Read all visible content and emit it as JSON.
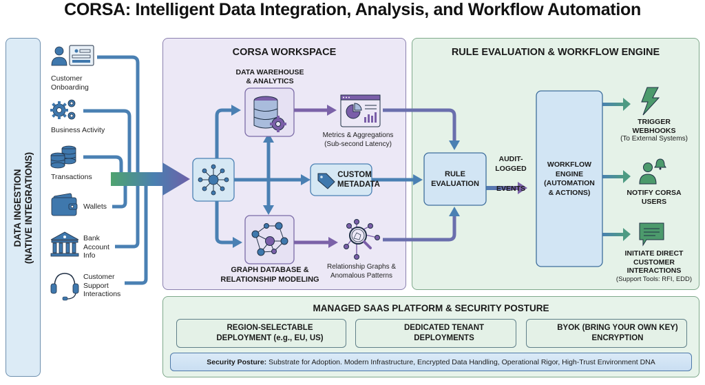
{
  "title": "CORSA: Intelligent Data Integration, Analysis, and Workflow Automation",
  "ingestion": {
    "label_line1": "DATA INGESTION",
    "label_line2": "(NATIVE INTEGRATIONS)",
    "sources": [
      {
        "label": "Customer Onboarding",
        "line1": "Customer",
        "line2": "Onboarding",
        "icon": "user-id-card-icon"
      },
      {
        "label": "Business Activity",
        "line1": "Business Activity",
        "icon": "gears-icon"
      },
      {
        "label": "Transactions",
        "line1": "Transactions",
        "icon": "coin-stacks-icon"
      },
      {
        "label": "Wallets",
        "line1": "Wallets",
        "icon": "wallet-icon"
      },
      {
        "label": "Bank Account Info",
        "line1": "Bank",
        "line2": "Account",
        "line3": "Info",
        "icon": "bank-icon"
      },
      {
        "label": "Customer Support Interactions",
        "line1": "Customer",
        "line2": "Support",
        "line3": "Interactions",
        "icon": "headset-icon"
      }
    ]
  },
  "workspace": {
    "title": "CORSA WORKSPACE",
    "hub_icon": "hub-network-icon",
    "warehouse": {
      "line1": "DATA WAREHOUSE",
      "line2": "& ANALYTICS",
      "icon": "database-gear-icon"
    },
    "metrics": {
      "line1": "Metrics & Aggregations",
      "line2": "(Sub-second Latency)",
      "icon": "dashboard-icon"
    },
    "custom_metadata": {
      "line1": "CUSTOM",
      "line2": "METADATA",
      "icon": "tag-icon"
    },
    "graph_db": {
      "line1": "GRAPH DATABASE &",
      "line2": "RELATIONSHIP MODELING",
      "icon": "graph-network-icon"
    },
    "relationship": {
      "line1": "Relationship Graphs &",
      "line2": "Anomalous Patterns",
      "icon": "magnifier-graph-icon"
    }
  },
  "engine": {
    "title": "RULE EVALUATION & WORKFLOW ENGINE",
    "rule_eval": {
      "line1": "RULE",
      "line2": "EVALUATION"
    },
    "events": {
      "line1": "AUDIT-",
      "line2": "LOGGED",
      "line3": "EVENTS"
    },
    "workflow": {
      "line1": "WORKFLOW",
      "line2": "ENGINE",
      "line3": "(AUTOMATION",
      "line4": "& ACTIONS)"
    },
    "outputs": [
      {
        "line1": "TRIGGER",
        "line2": "WEBHOOKS",
        "sub": "(To External Systems)",
        "icon": "lightning-bolt-icon"
      },
      {
        "line1": "NOTIFY CORSA",
        "line2": "USERS",
        "icon": "user-bell-icon"
      },
      {
        "line1": "INITIATE DIRECT",
        "line2": "CUSTOMER",
        "line3": "INTERACTIONS",
        "sub": "(Support Tools: RFI, EDD)",
        "icon": "chat-message-icon"
      }
    ]
  },
  "saas": {
    "title": "MANAGED SAAS PLATFORM & SECURITY POSTURE",
    "features": [
      {
        "line1": "REGION-SELECTABLE",
        "line2": "DEPLOYMENT (e.g., EU, US)",
        "icon": "globe-icon"
      },
      {
        "line1": "DEDICATED TENANT",
        "line2": "DEPLOYMENTS",
        "icon": "padlock-icon"
      },
      {
        "line1": "BYOK (BRING YOUR OWN KEY)",
        "line2": "ENCRYPTION",
        "icon": "key-icon"
      }
    ],
    "posture_label": "Security Posture:",
    "posture_text": " Substrate for Adoption. Modern Infrastructure, Encrypted Data Handling, Operational Rigor, High-Trust Environment DNA"
  },
  "colors": {
    "blue_flow": "#4a80b3",
    "purple_flow": "#7b62a8",
    "green_flow": "#4e9b83",
    "green_icon": "#4c9a6c",
    "blue_icon": "#3f78ad",
    "purple_icon": "#7a5ea8"
  }
}
